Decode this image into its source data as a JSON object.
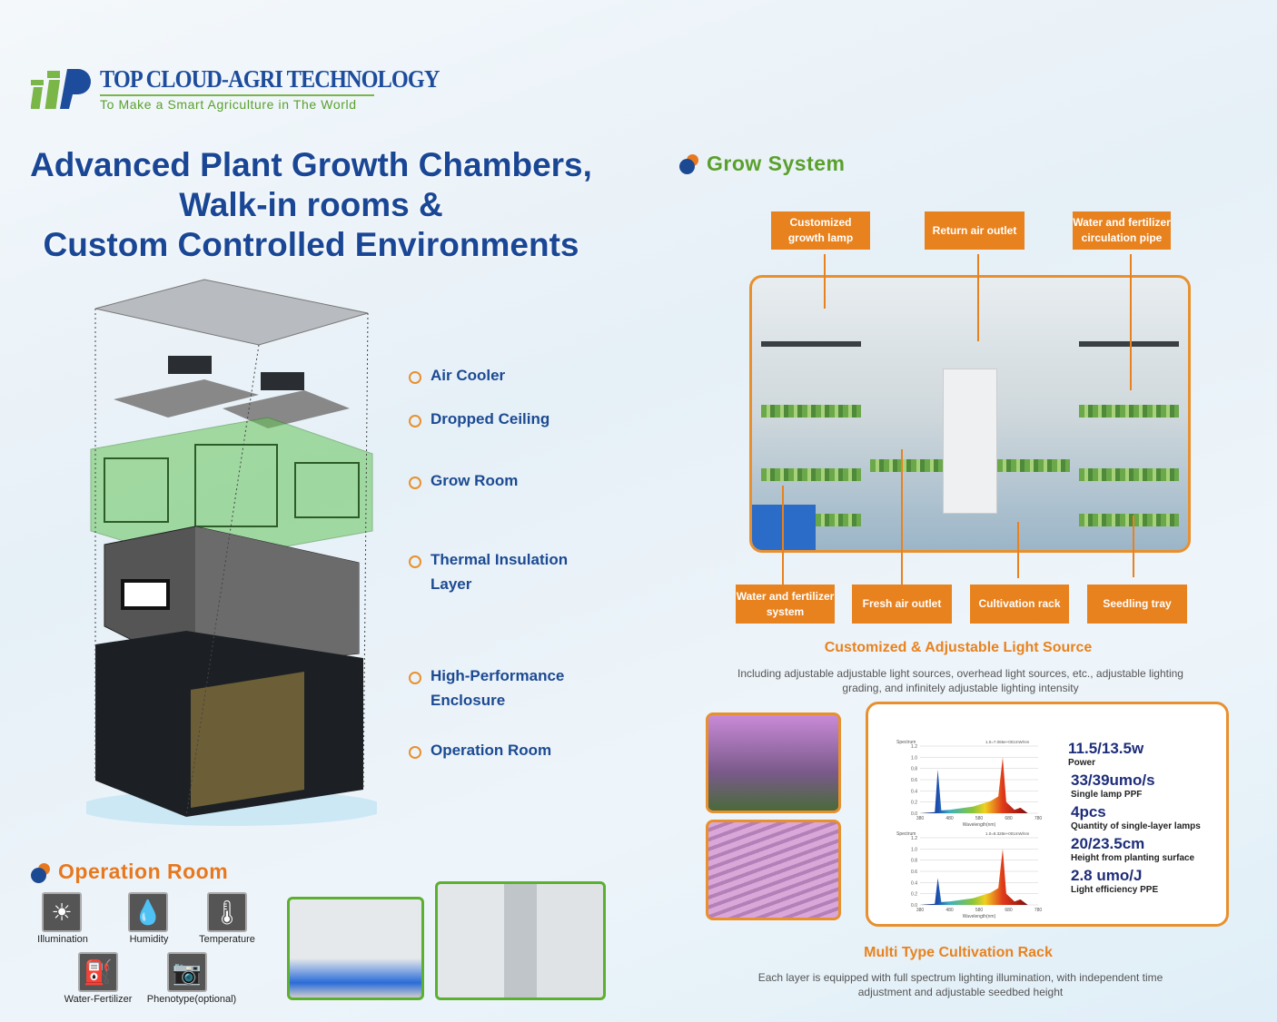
{
  "brand": {
    "name": "TOP CLOUD-AGRI TECHNOLOGY",
    "tagline": "To Make a Smart Agriculture in The World"
  },
  "title": [
    "Advanced Plant Growth Chambers,",
    "Walk-in rooms &",
    "Custom Controlled Environments"
  ],
  "layers": [
    "Air Cooler",
    "Dropped Ceiling",
    "Grow Room",
    "Thermal Insulation Layer",
    "High-Performance Enclosure",
    "Operation Room"
  ],
  "grow_system": {
    "heading": "Grow System",
    "top_callouts": [
      "Customized growth lamp",
      "Return air outlet",
      "Water and fertilizer circulation pipe"
    ],
    "bottom_callouts": [
      "Water and fertilizer system",
      "Fresh air outlet",
      "Cultivation rack",
      "Seedling tray"
    ]
  },
  "light_source": {
    "heading": "Customized & Adjustable Light Source",
    "description": "Including adjustable adjustable light sources, overhead light sources, etc., adjustable lighting grading, and infinitely adjustable lighting intensity"
  },
  "spectrum": {
    "title": "Spectrum",
    "xlabel": "Wavelength(nm)",
    "ref1": "1.0=7.065e+001mW/nm",
    "ref2": "1.0=8.328e+001mW/nm",
    "xticks": [
      "380",
      "480",
      "580",
      "680",
      "780"
    ],
    "yticks": [
      "1.2",
      "1.0",
      "0.8",
      "0.6",
      "0.4",
      "0.2",
      "0.0"
    ],
    "blue_peaks": [
      0.78,
      0.48
    ]
  },
  "specs": [
    {
      "value": "11.5/13.5w",
      "label": "Power"
    },
    {
      "value": "33/39umo/s",
      "label": "Single lamp PPF"
    },
    {
      "value": "4pcs",
      "label": "Quantity of single-layer lamps"
    },
    {
      "value": "20/23.5cm",
      "label": "Height from planting surface"
    },
    {
      "value": "2.8 umo/J",
      "label": "Light efficiency PPE"
    }
  ],
  "rack": {
    "heading": "Multi Type Cultivation Rack",
    "description": "Each layer is equipped with full spectrum lighting illumination, with independent time adjustment and adjustable seedbed height"
  },
  "operation_room": {
    "heading": "Operation Room",
    "features": [
      {
        "label": "Illumination",
        "icon": "sun-icon"
      },
      {
        "label": "Humidity",
        "icon": "droplets-icon"
      },
      {
        "label": "Temperature",
        "icon": "thermometer-icon"
      },
      {
        "label": "Water-Fertilizer",
        "icon": "fertilizer-icon"
      },
      {
        "label": "Phenotype(optional)",
        "icon": "camera-icon"
      }
    ]
  },
  "colors": {
    "blue": "#1a4795",
    "orange": "#e8821e",
    "green": "#5aa02c"
  }
}
